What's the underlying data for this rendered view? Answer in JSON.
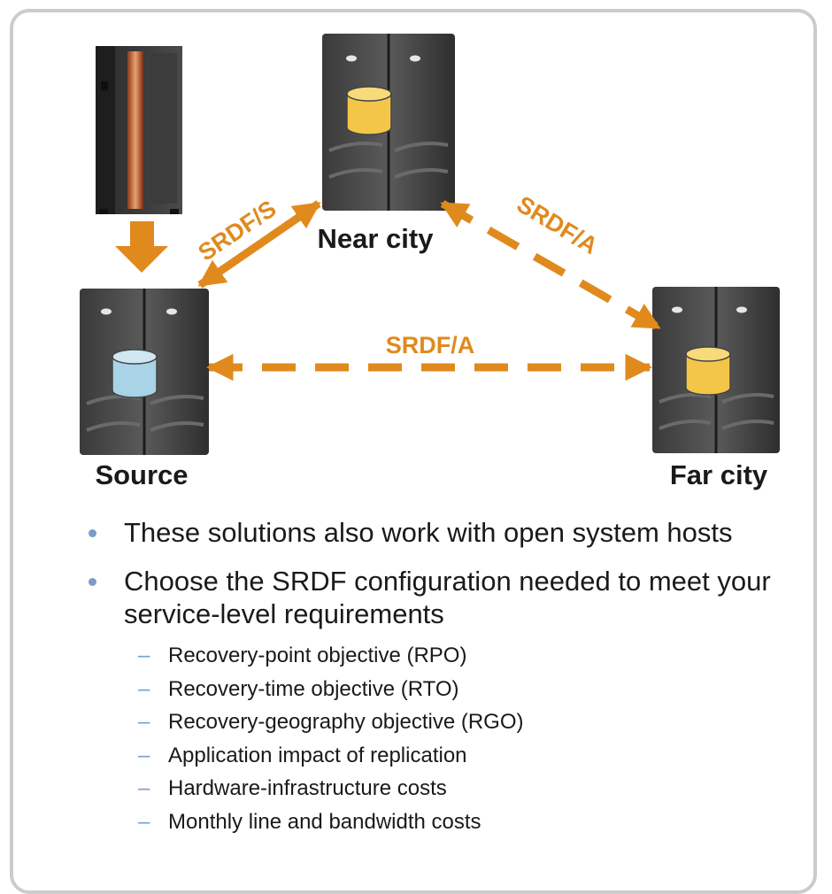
{
  "diagram": {
    "nodes": {
      "source": "Source",
      "near_city": "Near city",
      "far_city": "Far city"
    },
    "links": {
      "source_to_near": "SRDF/S",
      "near_to_far": "SRDF/A",
      "source_to_far": "SRDF/A"
    }
  },
  "bullets": [
    "These solutions also work with open system hosts",
    "Choose the SRDF configuration needed to meet your service-level requirements"
  ],
  "sub_bullets": [
    "Recovery-point objective (RPO)",
    "Recovery-time objective (RTO)",
    "Recovery-geography objective (RGO)",
    "Application impact of replication",
    "Hardware-infrastructure costs",
    "Monthly line and bandwidth costs"
  ],
  "colors": {
    "arrow": "#e08a1e",
    "disk_blue": "#a9d3e6",
    "disk_yellow": "#f3c64a",
    "bullet": "#7a9cc8",
    "frame": "#cccccc"
  }
}
